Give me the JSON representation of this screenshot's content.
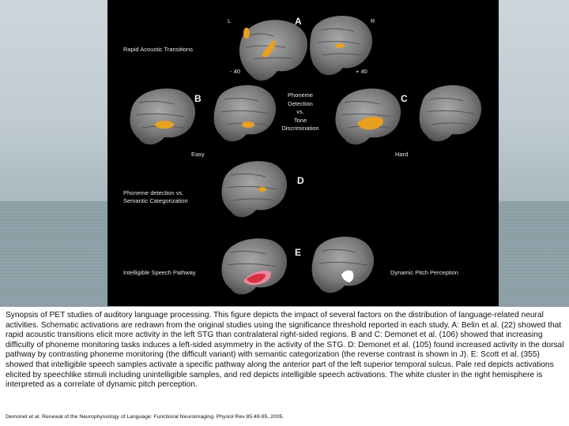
{
  "figure": {
    "panel_a": {
      "letter": "A",
      "label": "Rapid Acoustic Transitions",
      "left_marker": "L",
      "right_marker": "R",
      "left_coord": "- 40",
      "right_coord": "+ 40"
    },
    "panel_b": {
      "letter": "B",
      "sublabel": "Easy"
    },
    "panel_c": {
      "letter": "C",
      "sublabel": "Hard"
    },
    "center_text": [
      "Phoneme",
      "Detection",
      "vs.",
      "Tone",
      "Discrimination"
    ],
    "panel_d": {
      "letter": "D",
      "label_lines": [
        "Phoneme detection vs.",
        "Semantic Categorization"
      ]
    },
    "panel_e": {
      "letter": "E",
      "label_left": "Intelligible Speech Pathway",
      "label_right": "Dynamic Pitch Perception"
    },
    "colors": {
      "activation": "#e8a020",
      "intelligible": "#d83040",
      "pale": "#e88aa0",
      "pitch": "#ffffff"
    }
  },
  "caption": {
    "text": "Synopsis of PET studies of auditory language processing. This figure depicts the impact of several factors on the distribution of language-related neural activities. Schematic activations are redrawn from the original studies using the significance threshold reported in each study. A: Belin et al. (22) showed that rapid acoustic transitions elicit more activity in the left STG than contralateral right-sided regions. B and C: Demonet et al. (106) showed that increasing difficulty of phoneme monitoring tasks induces a left-sided asymmetry in the activity of the STG. D: Demonet et al. (105) found increased activity in the dorsal pathway by contrasting phoneme monitoring (the difficult variant) with semantic categorization (the reverse contrast is shown in J). E: Scott et al. (355) showed that intelligible speech samples activate a specific pathway along the anterior part of the left superior temporal sulcus. Pale red depicts activations elicited by speechlike stimuli including unintelligible samples, and red depicts intelligible speech activations. The white cluster in the right hemisphere is interpreted as a correlate of dynamic pitch perception.",
    "citation": "Demonet et al. Renewal of the Neurophysiology of Language: Functional Neuroimaging. Physiol Rev 85:49-95, 2005."
  }
}
